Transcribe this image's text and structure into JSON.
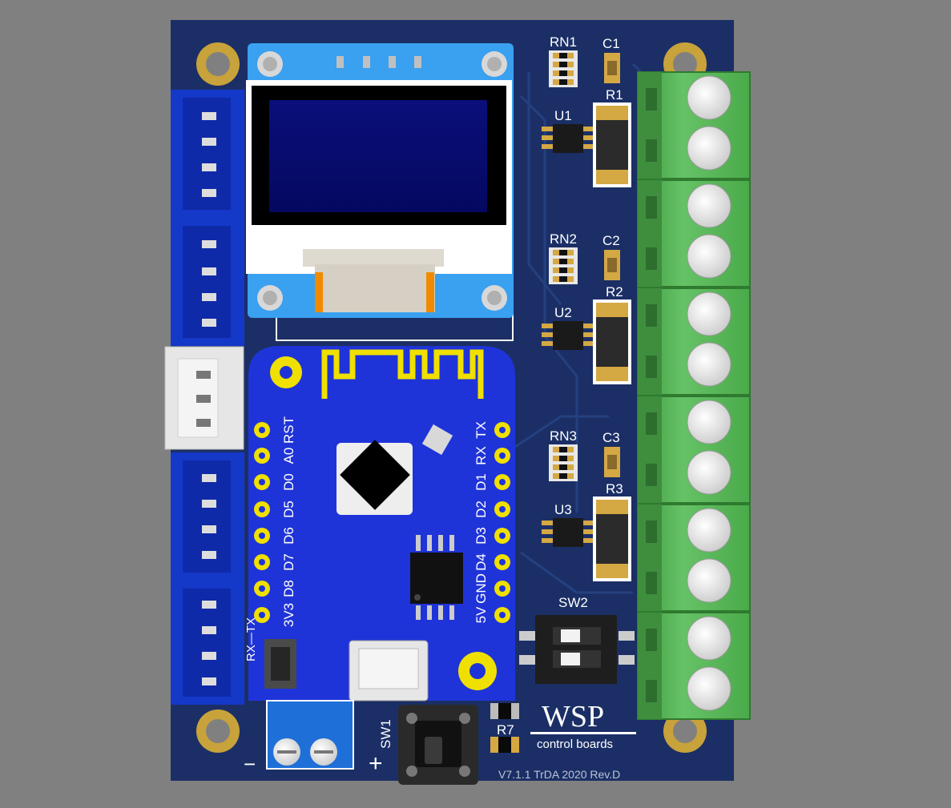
{
  "brand": {
    "title": "WSP",
    "subtitle": "control boards",
    "version_line": "V7.1.1 TrDA 2020 Rev.D"
  },
  "colors": {
    "background": "#808080",
    "pcb": "#1b2f66",
    "gold": "#c8a23a",
    "module_blue": "#1f34d8",
    "terminal_green": "#5cb85c",
    "connector_blue": "#1438c8"
  },
  "designators": {
    "RN1": "RN1",
    "RN2": "RN2",
    "RN3": "RN3",
    "C1": "C1",
    "C2": "C2",
    "C3": "C3",
    "R1": "R1",
    "R2": "R2",
    "R3": "R3",
    "R7": "R7",
    "U1": "U1",
    "U2": "U2",
    "U3": "U3",
    "SW2": "SW2",
    "SW1": "SW1"
  },
  "module_pins_left": [
    "RST",
    "A0",
    "D0",
    "D5",
    "D6",
    "D7",
    "D8",
    "3V3"
  ],
  "module_pins_right": [
    "TX",
    "RX",
    "D1",
    "D2",
    "D3",
    "D4",
    "GND",
    "5V"
  ],
  "power_terminal": {
    "minus": "−",
    "plus": "+"
  },
  "side_label": "RX—TX"
}
